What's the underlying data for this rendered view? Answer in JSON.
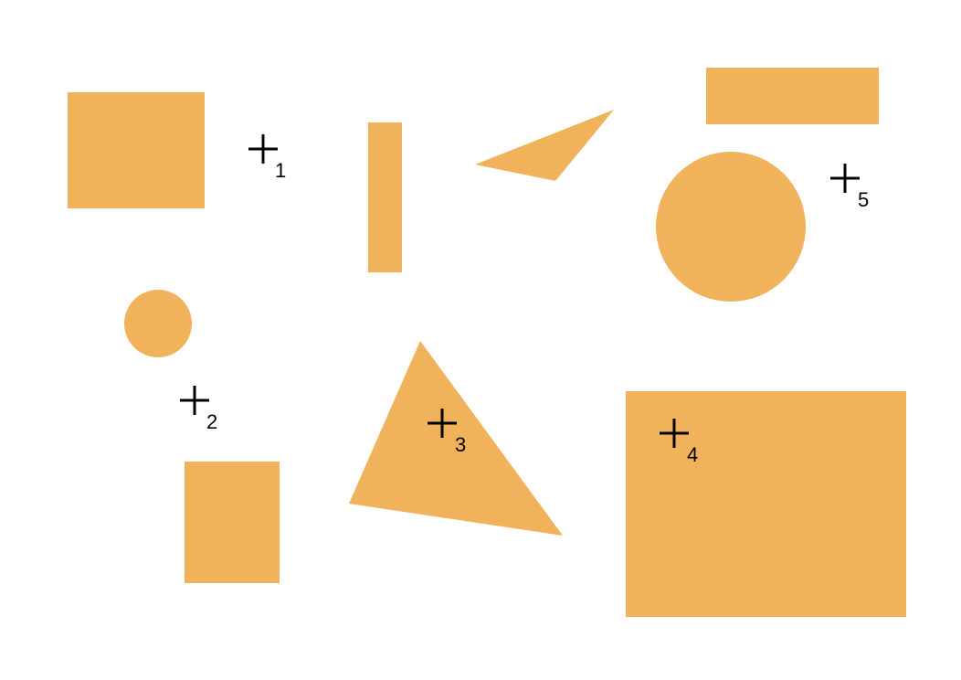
{
  "colors": {
    "shape_fill": "#f0b35b",
    "marker_stroke": "#000000",
    "label_color": "#000000",
    "background": "#ffffff"
  },
  "shapes": [
    {
      "name": "square-top-left",
      "kind": "rect"
    },
    {
      "name": "tall-rect-center",
      "kind": "rect"
    },
    {
      "name": "sliver-triangle",
      "kind": "triangle"
    },
    {
      "name": "wide-rect-top-right",
      "kind": "rect"
    },
    {
      "name": "large-circle",
      "kind": "circle"
    },
    {
      "name": "small-circle",
      "kind": "circle"
    },
    {
      "name": "big-triangle",
      "kind": "triangle"
    },
    {
      "name": "rect-bottom-left",
      "kind": "rect"
    },
    {
      "name": "big-rect-bottom-right",
      "kind": "rect"
    }
  ],
  "markers": [
    {
      "label": "1"
    },
    {
      "label": "2"
    },
    {
      "label": "3"
    },
    {
      "label": "4"
    },
    {
      "label": "5"
    }
  ]
}
